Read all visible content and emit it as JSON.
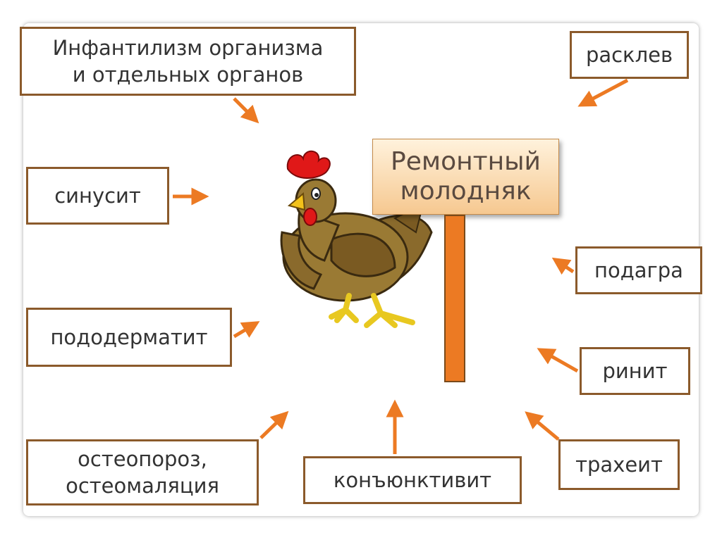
{
  "title": {
    "line1": "Ремонтный",
    "line2": "молодняк"
  },
  "diseases": {
    "infantilism": {
      "line1": "Инфантилизм организма",
      "line2": "и отдельных органов"
    },
    "rasklev": "расклев",
    "sinusit": "синусит",
    "podagra": "подагра",
    "pododermatit": "пододерматит",
    "rinit": "ринит",
    "osteoporoz": {
      "line1": "остеопороз,",
      "line2": "остеомаляция"
    },
    "konyunktivit": "конъюнктивит",
    "traheit": "трахеит"
  },
  "colors": {
    "arrow": "#ec7a23",
    "border": "#8b5a2b",
    "pole": "#ec7a23"
  }
}
